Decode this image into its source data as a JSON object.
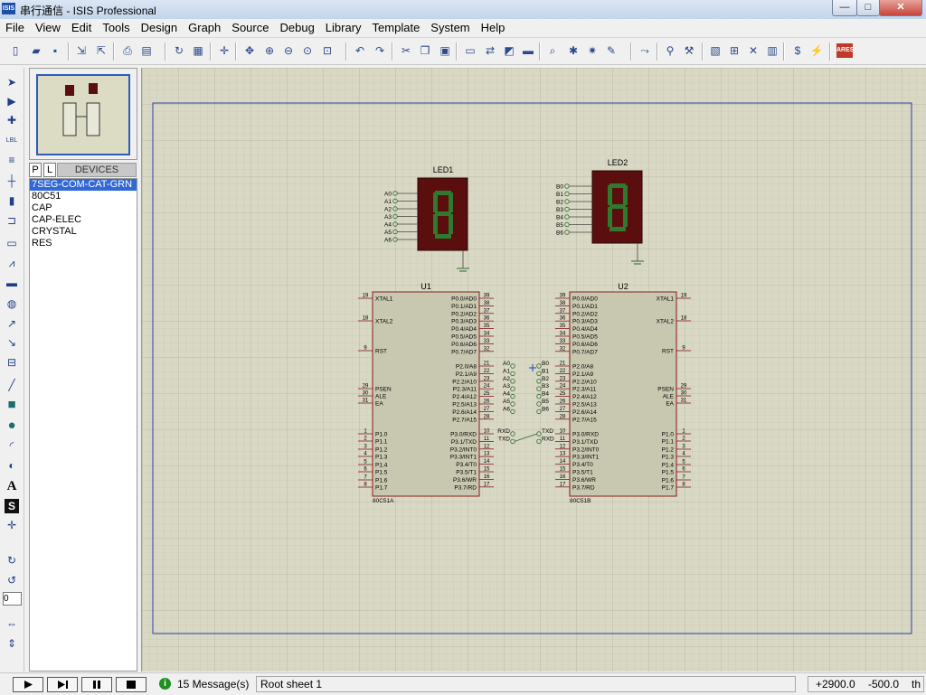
{
  "window": {
    "title": "串行通信 - ISIS Professional",
    "icon_text": "ISIS",
    "minimize": "—",
    "maximize": "□",
    "close": "✕"
  },
  "menu": [
    "File",
    "View",
    "Edit",
    "Tools",
    "Design",
    "Graph",
    "Source",
    "Debug",
    "Library",
    "Template",
    "System",
    "Help"
  ],
  "toolbar": {
    "icons": [
      "new-file-icon",
      "open-folder-icon",
      "save-icon",
      "import-icon",
      "export-icon",
      "print-icon",
      "print-area-icon",
      "refresh-icon",
      "grid-icon",
      "origin-icon",
      "pan-icon",
      "zoom-in-icon",
      "zoom-out-icon",
      "zoom-all-icon",
      "zoom-area-icon",
      "undo-icon",
      "redo-icon",
      "cut-icon",
      "copy-icon",
      "paste-icon",
      "block-copy-icon",
      "block-move-icon",
      "block-rotate-icon",
      "block-delete-icon",
      "pick-device-icon",
      "make-device-icon",
      "packaging-tool-icon",
      "decompose-icon",
      "wire-autorouter-icon",
      "search-icon",
      "property-assign-icon",
      "new-sheet-icon",
      "remove-sheet-icon",
      "goto-sheet-icon",
      "design-explorer-icon",
      "bom-icon",
      "erc-icon",
      "ares-icon"
    ],
    "ares_label": "ARES"
  },
  "left_tools": {
    "icons": [
      "selection-mode-icon",
      "component-mode-icon",
      "junction-icon",
      "wire-label-icon",
      "text-script-icon",
      "buses-icon",
      "subcircuit-icon",
      "terminals-icon",
      "device-pins-icon",
      "graph-mode-icon",
      "tape-recorder-icon",
      "generator-icon",
      "voltage-probe-icon",
      "current-probe-icon",
      "virtual-instruments-icon",
      "line-icon",
      "box-icon",
      "circle-icon",
      "arc-icon",
      "path-icon",
      "text-icon",
      "symbol-icon",
      "marker-icon",
      "rotate-cw-icon",
      "rotate-ccw-icon",
      "mirror-x-icon",
      "mirror-y-icon"
    ],
    "rotation_value": "0"
  },
  "devices": {
    "tab_p": "P",
    "tab_l": "L",
    "header": "DEVICES",
    "items": [
      "7SEG-COM-CAT-GRN",
      "80C51",
      "CAP",
      "CAP-ELEC",
      "CRYSTAL",
      "RES"
    ],
    "selected_index": 0
  },
  "schematic": {
    "led1_label": "LED1",
    "led2_label": "LED2",
    "led1_pins": [
      "A0",
      "A1",
      "A2",
      "A3",
      "A4",
      "A5",
      "A6"
    ],
    "led2_pins": [
      "B0",
      "B1",
      "B2",
      "B3",
      "B4",
      "B5",
      "B6"
    ],
    "u1": {
      "ref": "U1",
      "part": "80C51A",
      "left_pins": [
        {
          "n": "19",
          "name": "XTAL1"
        },
        {
          "n": "18",
          "name": "XTAL2"
        },
        {
          "n": "9",
          "name": "RST"
        },
        {
          "n": "29",
          "name": "PSEN"
        },
        {
          "n": "30",
          "name": "ALE"
        },
        {
          "n": "31",
          "name": "EA"
        },
        {
          "n": "1",
          "name": "P1.0"
        },
        {
          "n": "2",
          "name": "P1.1"
        },
        {
          "n": "3",
          "name": "P1.2"
        },
        {
          "n": "4",
          "name": "P1.3"
        },
        {
          "n": "5",
          "name": "P1.4"
        },
        {
          "n": "6",
          "name": "P1.5"
        },
        {
          "n": "7",
          "name": "P1.6"
        },
        {
          "n": "8",
          "name": "P1.7"
        }
      ],
      "right_pins": [
        {
          "n": "39",
          "name": "P0.0/AD0"
        },
        {
          "n": "38",
          "name": "P0.1/AD1"
        },
        {
          "n": "37",
          "name": "P0.2/AD2"
        },
        {
          "n": "36",
          "name": "P0.3/AD3"
        },
        {
          "n": "35",
          "name": "P0.4/AD4"
        },
        {
          "n": "34",
          "name": "P0.5/AD5"
        },
        {
          "n": "33",
          "name": "P0.6/AD6"
        },
        {
          "n": "32",
          "name": "P0.7/AD7"
        },
        {
          "n": "21",
          "name": "P2.0/A8"
        },
        {
          "n": "22",
          "name": "P2.1/A9"
        },
        {
          "n": "23",
          "name": "P2.2/A10"
        },
        {
          "n": "24",
          "name": "P2.3/A11"
        },
        {
          "n": "25",
          "name": "P2.4/A12"
        },
        {
          "n": "26",
          "name": "P2.5/A13"
        },
        {
          "n": "27",
          "name": "P2.6/A14"
        },
        {
          "n": "28",
          "name": "P2.7/A15"
        },
        {
          "n": "10",
          "name": "P3.0/RXD"
        },
        {
          "n": "11",
          "name": "P3.1/TXD"
        },
        {
          "n": "12",
          "name": "P3.2/INT0"
        },
        {
          "n": "13",
          "name": "P3.3/INT1"
        },
        {
          "n": "14",
          "name": "P3.4/T0"
        },
        {
          "n": "15",
          "name": "P3.5/T1"
        },
        {
          "n": "16",
          "name": "P3.6/WR"
        },
        {
          "n": "17",
          "name": "P3.7/RD"
        }
      ],
      "net_labels": [
        "A0",
        "A1",
        "A2",
        "A3",
        "A4",
        "A5",
        "A6",
        "RXD",
        "TXD"
      ]
    },
    "u2": {
      "ref": "U2",
      "part": "80C51B",
      "left_pins": [
        {
          "n": "39",
          "name": "P0.0/AD0"
        },
        {
          "n": "38",
          "name": "P0.1/AD1"
        },
        {
          "n": "37",
          "name": "P0.2/AD2"
        },
        {
          "n": "36",
          "name": "P0.3/AD3"
        },
        {
          "n": "35",
          "name": "P0.4/AD4"
        },
        {
          "n": "34",
          "name": "P0.5/AD5"
        },
        {
          "n": "33",
          "name": "P0.6/AD6"
        },
        {
          "n": "32",
          "name": "P0.7/AD7"
        },
        {
          "n": "21",
          "name": "P2.0/A8"
        },
        {
          "n": "22",
          "name": "P2.1/A9"
        },
        {
          "n": "23",
          "name": "P2.2/A10"
        },
        {
          "n": "24",
          "name": "P2.3/A11"
        },
        {
          "n": "25",
          "name": "P2.4/A12"
        },
        {
          "n": "26",
          "name": "P2.5/A13"
        },
        {
          "n": "27",
          "name": "P2.6/A14"
        },
        {
          "n": "28",
          "name": "P2.7/A15"
        },
        {
          "n": "10",
          "name": "P3.0/RXD"
        },
        {
          "n": "11",
          "name": "P3.1/TXD"
        },
        {
          "n": "12",
          "name": "P3.2/INT0"
        },
        {
          "n": "13",
          "name": "P3.3/INT1"
        },
        {
          "n": "14",
          "name": "P3.4/T0"
        },
        {
          "n": "15",
          "name": "P3.5/T1"
        },
        {
          "n": "16",
          "name": "P3.6/WR"
        },
        {
          "n": "17",
          "name": "P3.7/RD"
        }
      ],
      "right_pins": [
        {
          "n": "19",
          "name": "XTAL1"
        },
        {
          "n": "18",
          "name": "XTAL2"
        },
        {
          "n": "9",
          "name": "RST"
        },
        {
          "n": "29",
          "name": "PSEN"
        },
        {
          "n": "30",
          "name": "ALE"
        },
        {
          "n": "31",
          "name": "EA"
        },
        {
          "n": "1",
          "name": "P1.0"
        },
        {
          "n": "2",
          "name": "P1.1"
        },
        {
          "n": "3",
          "name": "P1.2"
        },
        {
          "n": "4",
          "name": "P1.3"
        },
        {
          "n": "5",
          "name": "P1.4"
        },
        {
          "n": "6",
          "name": "P1.5"
        },
        {
          "n": "7",
          "name": "P1.6"
        },
        {
          "n": "8",
          "name": "P1.7"
        }
      ],
      "net_labels": [
        "B0",
        "B1",
        "B2",
        "B3",
        "B4",
        "B5",
        "B6",
        "TXD",
        "RXD"
      ]
    }
  },
  "status": {
    "messages": "15 Message(s)",
    "sheet": "Root sheet 1",
    "coord_x": "+2900.0",
    "coord_y": "-500.0",
    "units": "th"
  },
  "colors": {
    "canvas_bg": "#d8d8c4",
    "grid": "#c4c4b0",
    "border": "#2c3ea8",
    "chip_fill": "#c8c8b0",
    "chip_stroke": "#8b1a1a",
    "seg_bg": "#5a0e0e",
    "seg_on": "#2f7a2f",
    "pin_text": "#000000"
  }
}
